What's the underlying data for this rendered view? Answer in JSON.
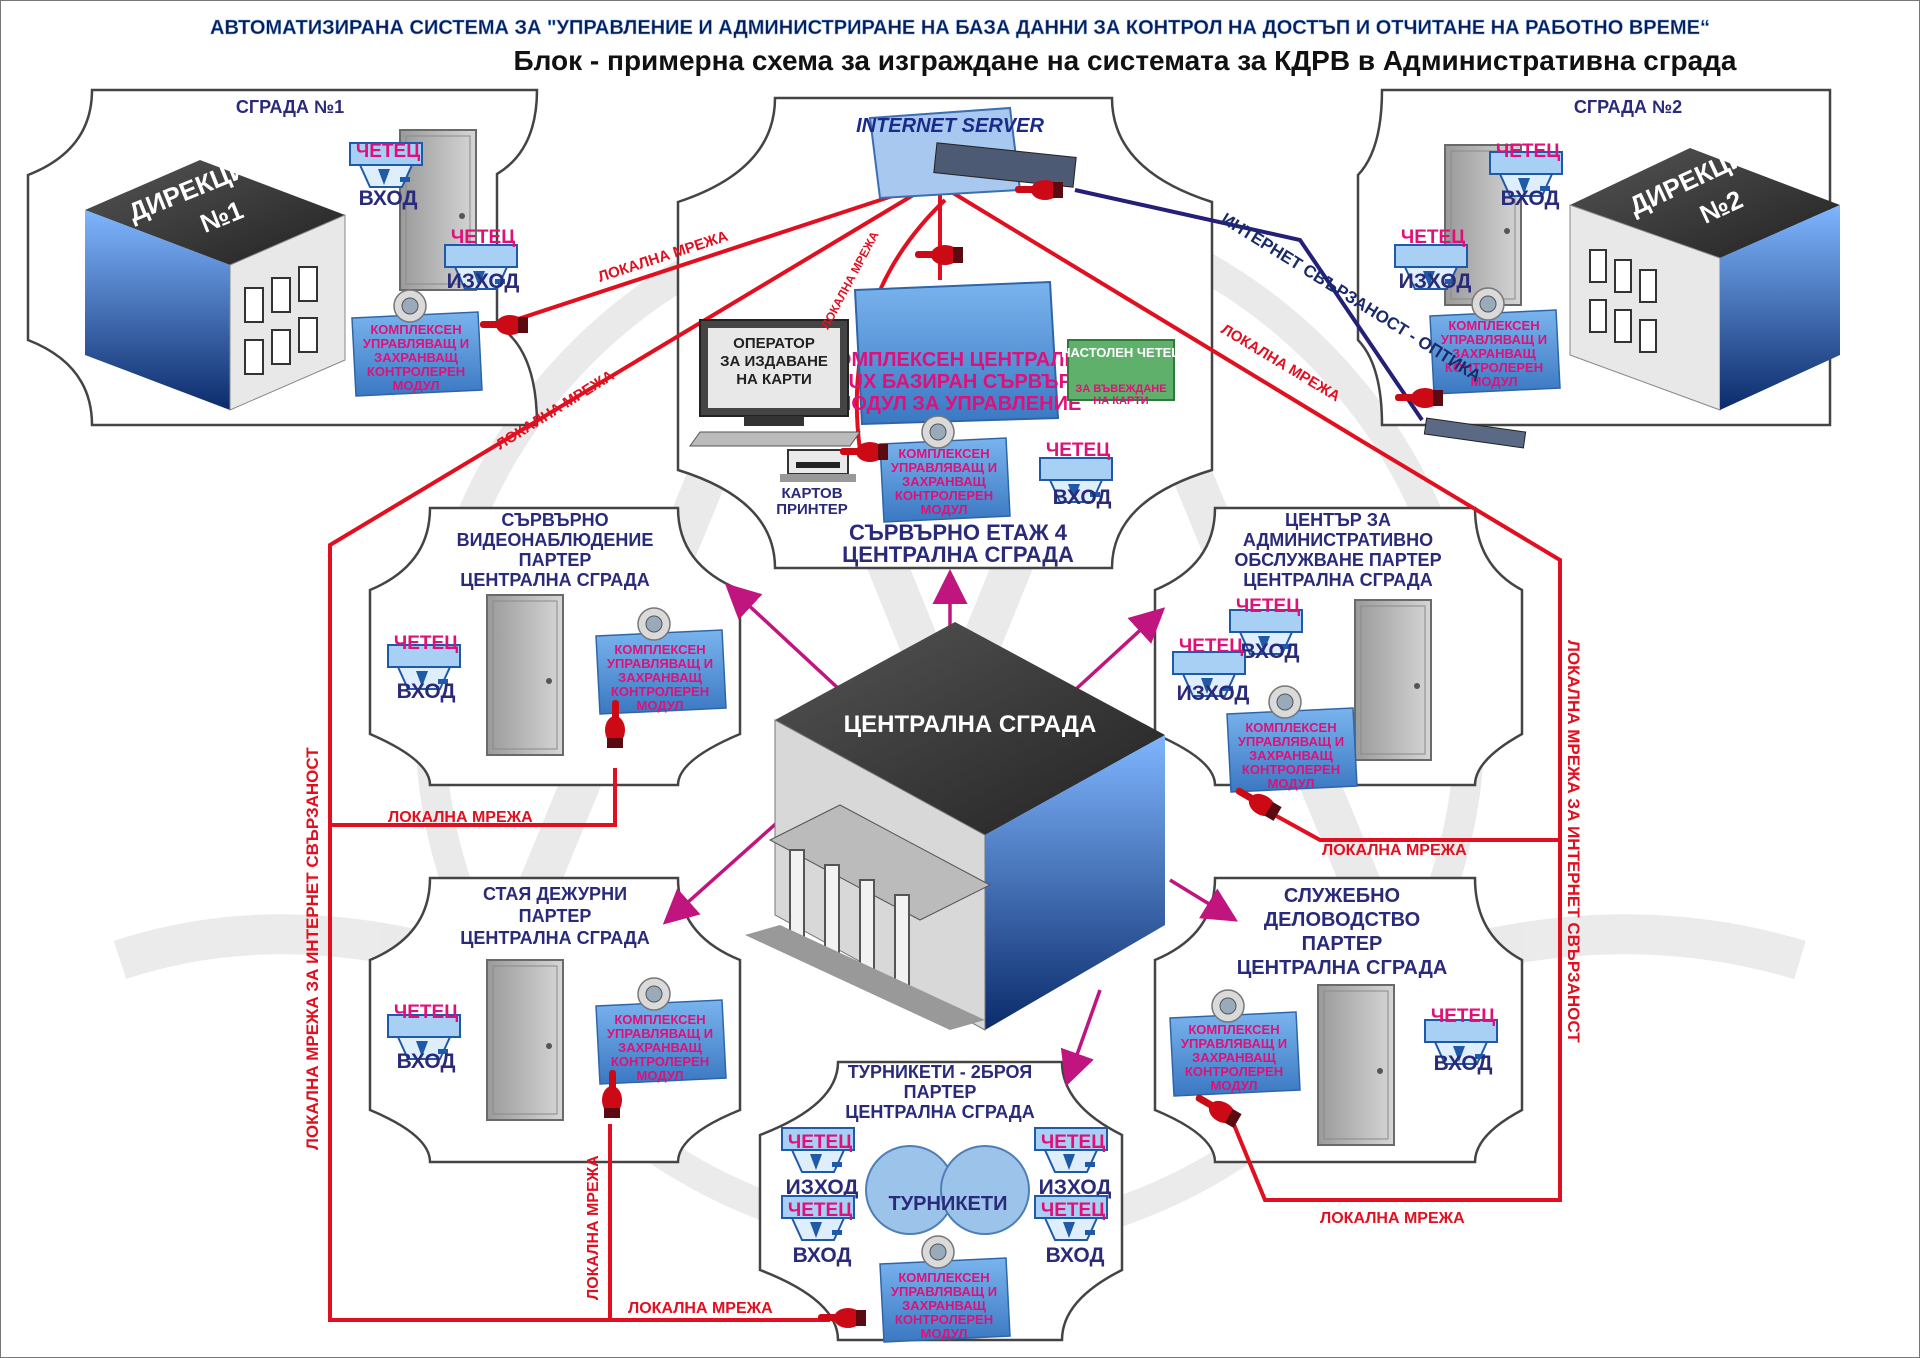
{
  "header": {
    "title": "АВТОМАТИЗИРАНА СИСТЕМА ЗА \"УПРАВЛЕНИЕ И АДМИНИСТРИРАНЕ НА БАЗА ДАННИ ЗА КОНТРОЛ НА ДОСТЪП И ОТЧИТАНЕ НА РАБОТНО ВРЕМЕ“",
    "subtitle": "Блок - примерна схема за изграждане на системата за КДРВ в Административна сграда"
  },
  "labels": {
    "building1": "СГРАДА №1",
    "building2": "СГРАДА №2",
    "direction1_line1": "ДИРЕКЦИЯ",
    "direction1_line2": "№1",
    "direction2_line1": "ДИРЕКЦИЯ",
    "direction2_line2": "№2",
    "reader": "ЧЕТЕЦ",
    "entrance": "ВХОД",
    "exit": "ИЗХОД",
    "module_line1": "КОМПЛЕКСЕН",
    "module_line2": "УПРАВЛЯВАЩ И",
    "module_line3": "ЗАХРАНВАЩ",
    "module_line4": "КОНТРОЛЕРЕН",
    "module_line5": "МОДУЛ",
    "local_network": "ЛОКАЛНА МРЕЖА",
    "internet_connection": "ИНТЕРНЕТ СВЪРЗАНОСТ - ОПТИКА",
    "internet_server": "INTERNET SERVER",
    "operator_line1": "ОПЕРАТОР",
    "operator_line2": "ЗА ИЗДАВАНЕ",
    "operator_line3": "НА КАРТИ",
    "central_module_line1": "КОМПЛЕКСЕН ЦЕНТРАЛЕН",
    "central_module_line2": "LINUX БАЗИРАН СЪРВЪРЕН",
    "central_module_line3": "МОДУЛ ЗА УПРАВЛЕНИЕ",
    "desktop_reader": "НАСТОЛЕН ЧЕТЕЦ",
    "desktop_reader_sub1": "ЗА ВЪВЕЖДАНЕ",
    "desktop_reader_sub2": "НА КАРТИ",
    "card_printer_line1": "КАРТОВ",
    "card_printer_line2": "ПРИНТЕР",
    "server_floor_line1": "СЪРВЪРНО ЕТАЖ 4",
    "server_floor_line2": "ЦЕНТРАЛНА СГРАДА",
    "central_building": "ЦЕНТРАЛНА СГРАДА",
    "video_line1": "СЪРВЪРНО",
    "video_line2": "ВИДЕОНАБЛЮДЕНИЕ",
    "video_line3": "ПАРТЕР",
    "video_line4": "ЦЕНТРАЛНА СГРАДА",
    "admin_line1": "ЦЕНТЪР ЗА",
    "admin_line2": "АДМИНИСТРАТИВНО",
    "admin_line3": "ОБСЛУЖВАНЕ ПАРТЕР",
    "admin_line4": "ЦЕНТРАЛНА СГРАДА",
    "duty_line1": "СТАЯ ДЕЖУРНИ",
    "duty_line2": "ПАРТЕР",
    "duty_line3": "ЦЕНТРАЛНА СГРАДА",
    "records_line1": "СЛУЖЕБНО",
    "records_line2": "ДЕЛОВОДСТВО",
    "records_line3": "ПАРТЕР",
    "records_line4": "ЦЕНТРАЛНА СГРАДА",
    "turnstile_line1": "ТУРНИКЕТИ - 2БРОЯ",
    "turnstile_line2": "ПАРТЕР",
    "turnstile_line3": "ЦЕНТРАЛНА СГРАДА",
    "turnstiles": "ТУРНИКЕТИ",
    "lan_internet": "ЛОКАЛНА МРЕЖА ЗА ИНТЕРНЕТ СВЪРЗАНОСТ"
  },
  "colors": {
    "network_red": "#e01020",
    "arrow_magenta": "#c0147e",
    "label_navy": "#2a2a7a",
    "reader_red": "#e0107a",
    "module_blue": "#5b9bd5",
    "fiber_navy": "#24207a"
  }
}
